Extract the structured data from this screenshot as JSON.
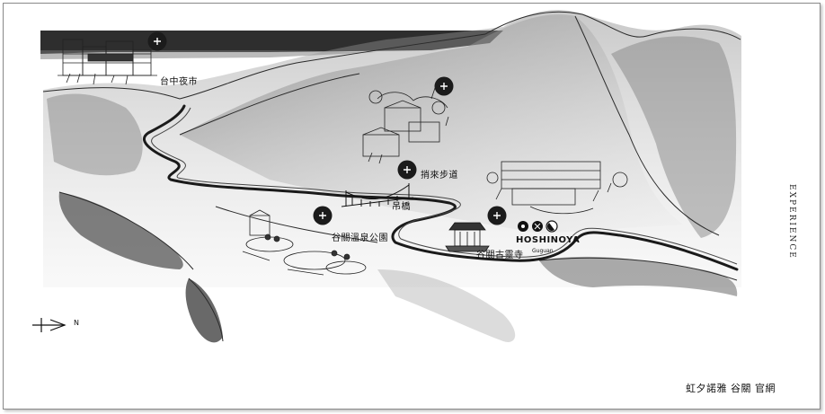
{
  "map": {
    "places": [
      {
        "id": "night-market",
        "label": "台中夜市"
      },
      {
        "id": "trail",
        "label": "捎來步道"
      },
      {
        "id": "bridge",
        "label": "吊橋"
      },
      {
        "id": "hot-spring-park",
        "label": "谷關溫泉公園"
      },
      {
        "id": "temple",
        "label": "谷關古靈寺"
      }
    ],
    "brand": {
      "name": "HOSHINOYA",
      "sub": "Guguan"
    },
    "compass": "N",
    "side_label": "EXPERIENCE",
    "pin_icon": "plus-icon",
    "colors": {
      "ink": "#1a1a1a",
      "wash": "#9a9a9a",
      "sky": "#2b2b2b"
    }
  },
  "caption": "虹夕諾雅 谷關 官網"
}
